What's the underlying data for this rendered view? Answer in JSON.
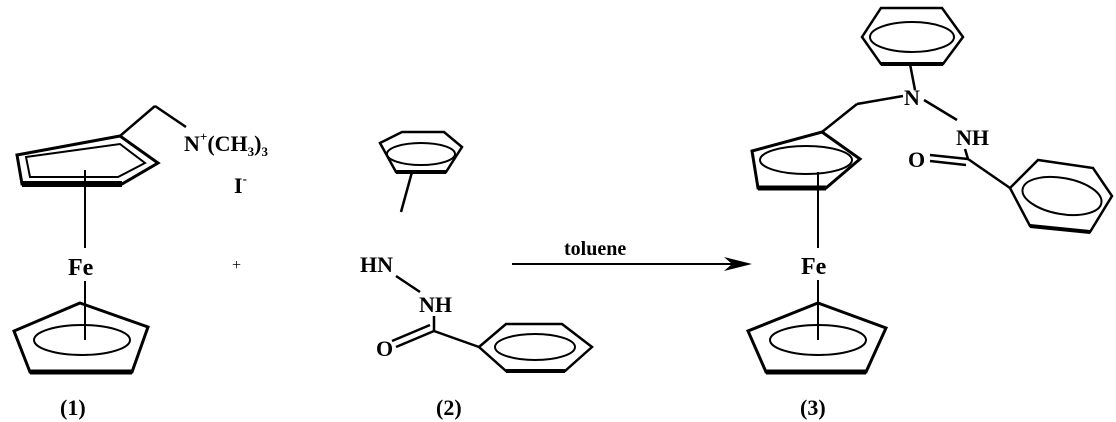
{
  "compound1": {
    "quat_n": "N",
    "quat_charge": "+",
    "quat_group": "(CH",
    "quat_sub": "3",
    "quat_close": ")",
    "quat_count": "3",
    "counter_ion": "I",
    "counter_charge": "-",
    "metal": "Fe",
    "label": "(1)"
  },
  "plus_sign": "+",
  "compound2": {
    "hn": "HN",
    "nh": "NH",
    "o": "O",
    "label": "(2)"
  },
  "reaction": {
    "solvent": "toluene"
  },
  "compound3": {
    "n": "N",
    "nh": "NH",
    "o": "O",
    "metal": "Fe",
    "label": "(3)"
  }
}
